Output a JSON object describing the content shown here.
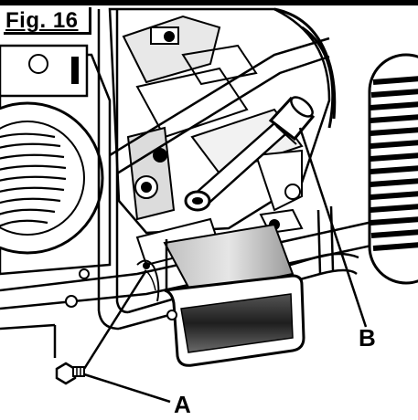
{
  "figure": {
    "label": "Fig. 16"
  },
  "callouts": {
    "a": "A",
    "b": "B"
  },
  "colors": {
    "ink": "#000000",
    "paper": "#ffffff",
    "shade_dark": "#2a2a2a",
    "shade_mid": "#8a8a8a",
    "shade_light": "#d9d9d9"
  }
}
